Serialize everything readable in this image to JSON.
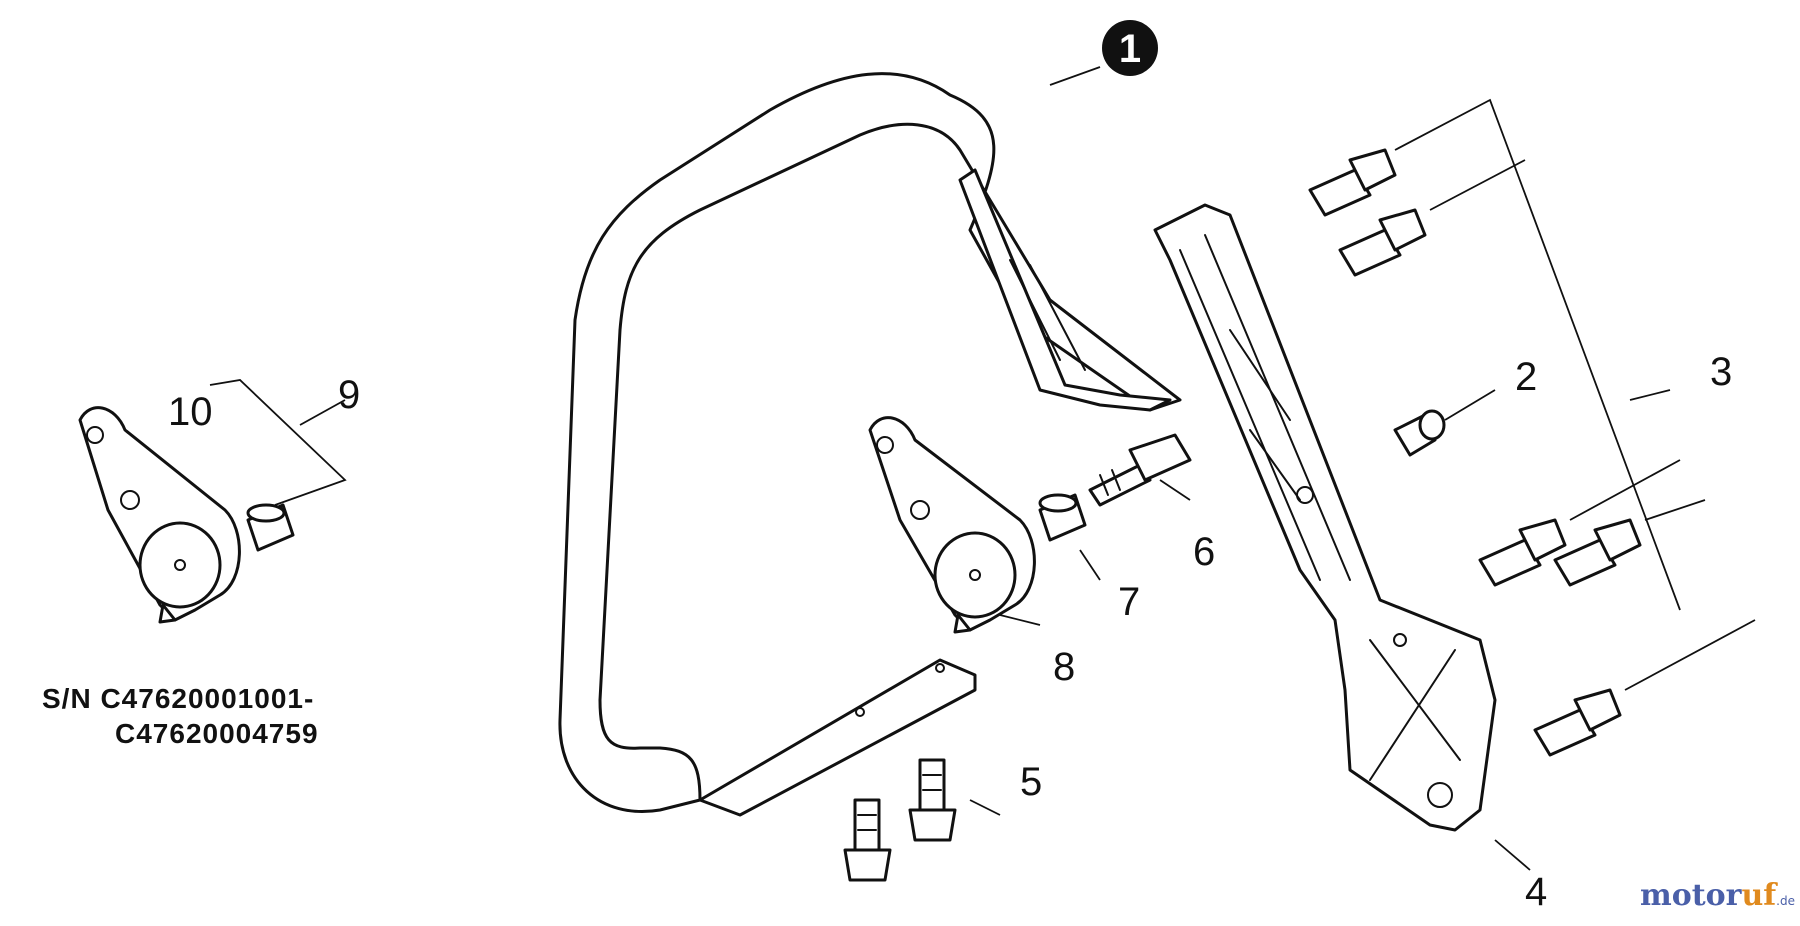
{
  "callouts": {
    "c1": "1",
    "c2": "2",
    "c3": "3",
    "c4": "4",
    "c5": "5",
    "c6": "6",
    "c7": "7",
    "c8": "8",
    "c9": "9",
    "c10": "10"
  },
  "serial": {
    "line1": "S/N C47620001001-",
    "line2": "C47620004759"
  },
  "watermark": {
    "part1": "motor",
    "part2": "uf",
    "suffix": ".de"
  }
}
